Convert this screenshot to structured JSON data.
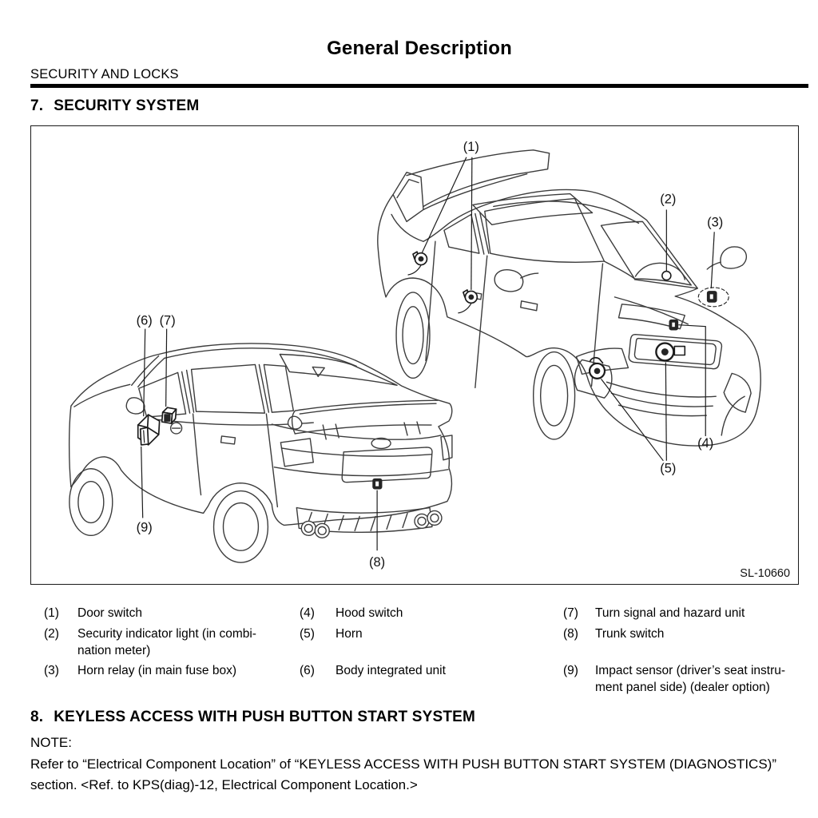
{
  "page": {
    "title": "General Description",
    "category": "SECURITY AND LOCKS"
  },
  "sections": {
    "security": {
      "number": "7.",
      "title": "SECURITY SYSTEM"
    },
    "keyless": {
      "number": "8.",
      "title": "KEYLESS ACCESS WITH PUSH BUTTON START SYSTEM"
    }
  },
  "figure": {
    "code": "SL-10660",
    "callouts": [
      {
        "label": "(1)",
        "target": "door-switch"
      },
      {
        "label": "(2)",
        "target": "security-indicator-light"
      },
      {
        "label": "(3)",
        "target": "horn-relay"
      },
      {
        "label": "(4)",
        "target": "hood-switch"
      },
      {
        "label": "(5)",
        "target": "horn"
      },
      {
        "label": "(6)",
        "target": "body-integrated-unit"
      },
      {
        "label": "(7)",
        "target": "turn-signal-and-hazard-unit"
      },
      {
        "label": "(8)",
        "target": "trunk-switch"
      },
      {
        "label": "(9)",
        "target": "impact-sensor"
      }
    ]
  },
  "legend": {
    "items": [
      {
        "num": "(1)",
        "label": "Door switch"
      },
      {
        "num": "(2)",
        "label": "Security indicator light (in combi-nation meter)"
      },
      {
        "num": "(3)",
        "label": "Horn relay (in main fuse box)"
      },
      {
        "num": "(4)",
        "label": "Hood switch"
      },
      {
        "num": "(5)",
        "label": "Horn"
      },
      {
        "num": "(6)",
        "label": "Body integrated unit"
      },
      {
        "num": "(7)",
        "label": "Turn signal and hazard unit"
      },
      {
        "num": "(8)",
        "label": "Trunk switch"
      },
      {
        "num": "(9)",
        "label": "Impact sensor (driver’s seat instru-ment panel side) (dealer option)"
      }
    ]
  },
  "note": {
    "label": "NOTE:",
    "text": "Refer to “Electrical Component Location” of “KEYLESS ACCESS WITH PUSH BUTTON START SYSTEM (DIAGNOSTICS)” section. <Ref. to KPS(diag)-12, Electrical Component Location.>"
  }
}
